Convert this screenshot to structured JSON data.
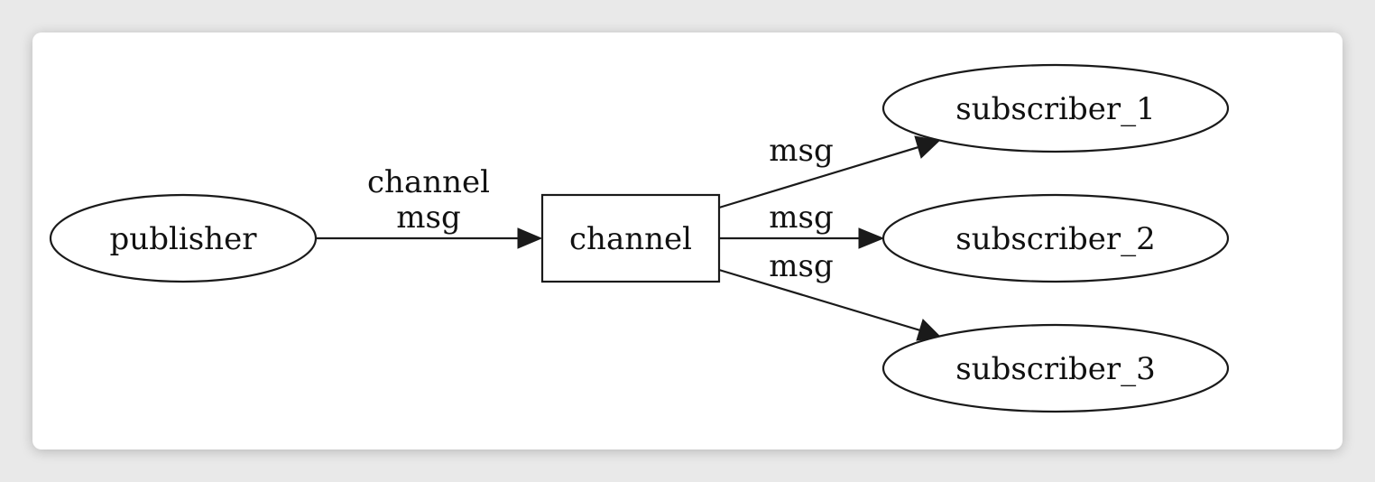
{
  "diagram": {
    "nodes": {
      "publisher": "publisher",
      "channel": "channel",
      "subscriber_1": "subscriber_1",
      "subscriber_2": "subscriber_2",
      "subscriber_3": "subscriber_3"
    },
    "edges": {
      "publisher_to_channel": {
        "line1": "channel",
        "line2": "msg"
      },
      "channel_to_subscriber_1": "msg",
      "channel_to_subscriber_2": "msg",
      "channel_to_subscriber_3": "msg"
    }
  }
}
